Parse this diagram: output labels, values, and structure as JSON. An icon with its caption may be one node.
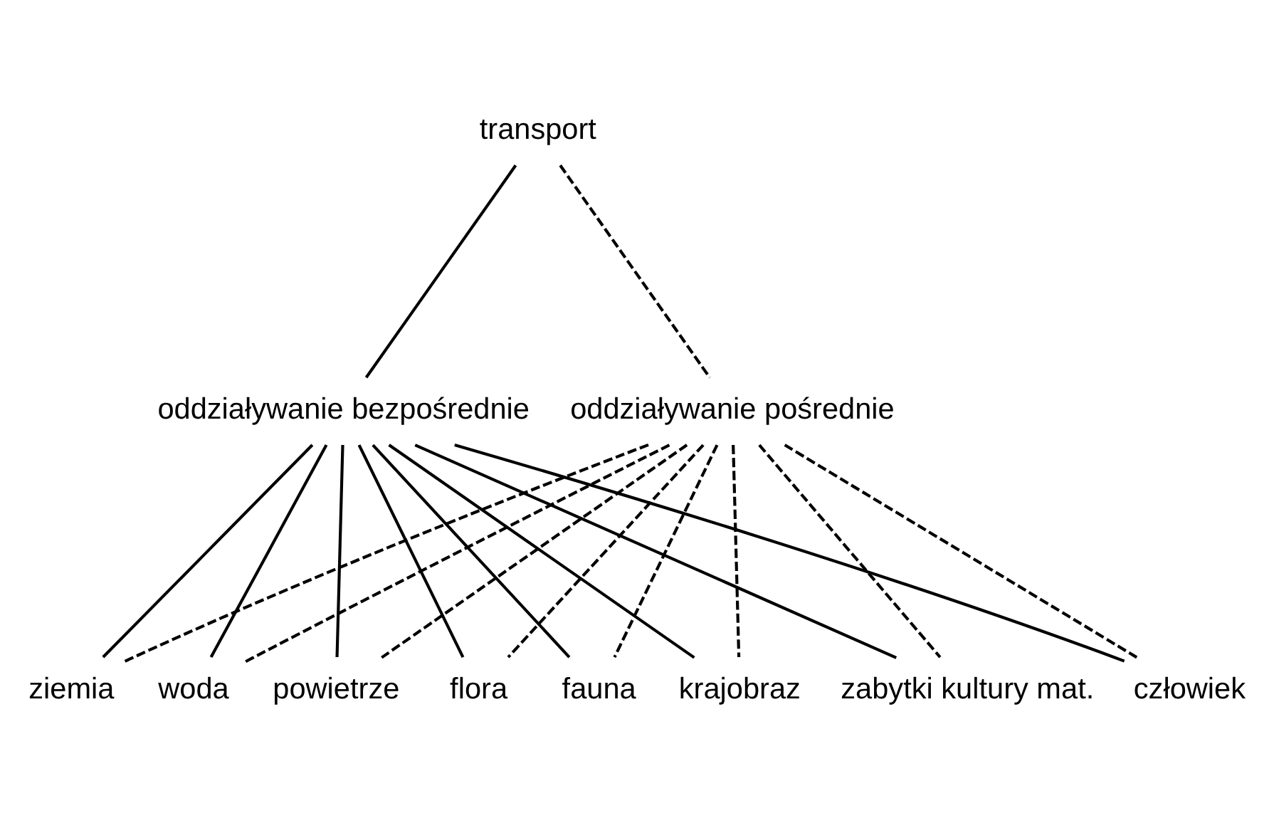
{
  "diagram": {
    "nodes": [
      {
        "text": [
          "transport"
        ]
      },
      {
        "text": [
          "oddziaływanie bezpośrednie"
        ]
      },
      {
        "text": [
          "oddziaływanie pośrednie"
        ]
      },
      {
        "text": [
          "ziemia"
        ]
      },
      {
        "text": [
          "woda"
        ]
      },
      {
        "text": [
          "powietrze"
        ]
      },
      {
        "text": [
          "flora"
        ]
      },
      {
        "text": [
          "fauna"
        ]
      },
      {
        "text": [
          "krajobraz"
        ]
      },
      {
        "text": [
          "zabytki kultury mat."
        ]
      },
      {
        "text": [
          "człowiek"
        ]
      }
    ],
    "edges": [
      {
        "from": 0,
        "to": 1,
        "arrow": "none"
      },
      {
        "from": 0,
        "to": 2,
        "arrow": "none",
        "style": "dashed"
      },
      {
        "from": 1,
        "to": 3,
        "arrow": "none"
      },
      {
        "from": 1,
        "to": 4,
        "arrow": "none"
      },
      {
        "from": 1,
        "to": 5,
        "arrow": "none"
      },
      {
        "from": 1,
        "to": 6,
        "arrow": "none"
      },
      {
        "from": 1,
        "to": 7,
        "arrow": "none"
      },
      {
        "from": 1,
        "to": 8,
        "arrow": "none"
      },
      {
        "from": 1,
        "to": 9,
        "arrow": "none"
      },
      {
        "from": 1,
        "to": 10,
        "arrow": "none"
      },
      {
        "from": 2,
        "to": 3,
        "arrow": "none",
        "style": "dashed"
      },
      {
        "from": 2,
        "to": 4,
        "arrow": "none",
        "style": "dashed"
      },
      {
        "from": 2,
        "to": 5,
        "arrow": "none",
        "style": "dashed"
      },
      {
        "from": 2,
        "to": 6,
        "arrow": "none",
        "style": "dashed"
      },
      {
        "from": 2,
        "to": 7,
        "arrow": "none",
        "style": "dashed"
      },
      {
        "from": 2,
        "to": 8,
        "arrow": "none",
        "style": "dashed"
      },
      {
        "from": 2,
        "to": 9,
        "arrow": "none",
        "style": "dashed"
      },
      {
        "from": 2,
        "to": 10,
        "arrow": "none",
        "style": "dashed"
      }
    ]
  }
}
